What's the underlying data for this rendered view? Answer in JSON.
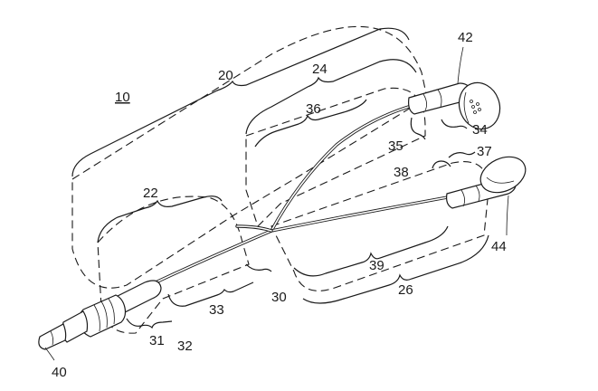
{
  "labels": {
    "device": "10",
    "r20": "20",
    "r22": "22",
    "r24": "24",
    "r26": "26",
    "r30": "30",
    "r31": "31",
    "r32": "32",
    "r33": "33",
    "r34": "34",
    "r35": "35",
    "r36": "36",
    "r37": "37",
    "r38": "38",
    "r39": "39",
    "r40": "40",
    "r42": "42",
    "r44": "44"
  }
}
